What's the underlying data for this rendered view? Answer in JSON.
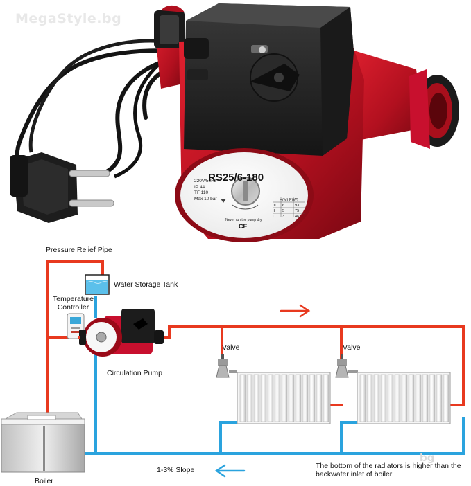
{
  "watermark": "MegaStyle.bg",
  "watermark_corner": "bg",
  "pump": {
    "model": "RS25/6-180",
    "specs": [
      "220V/50Hz",
      "IP 44",
      "TF 110",
      "Max 10 bar"
    ],
    "table_header": "H(M) P(W)",
    "table_rows": [
      {
        "speed": "III",
        "h": "6",
        "p": "93"
      },
      {
        "speed": "II",
        "h": "5",
        "p": "75"
      },
      {
        "speed": "I",
        "h": "3",
        "p": "46"
      }
    ],
    "warning": "Never run the pump dry",
    "mark": "CE"
  },
  "diagram": {
    "labels": {
      "pressure_relief": "Pressure Relief Pipe",
      "water_tank": "Water Storage Tank",
      "temp_controller_1": "Temperature",
      "temp_controller_2": "Controller",
      "circulation_pump": "Circulation Pump",
      "valve_1": "Valve",
      "valve_2": "Valve",
      "boiler": "Boiler",
      "slope": "1-3% Slope",
      "note_1": "The bottom of the radiators is higher than the",
      "note_2": "backwater inlet of boiler"
    },
    "colors": {
      "supply": "#e8391f",
      "return": "#2aa3de",
      "pump_body": "#c8102e",
      "tank_water": "#5bc0eb"
    }
  }
}
